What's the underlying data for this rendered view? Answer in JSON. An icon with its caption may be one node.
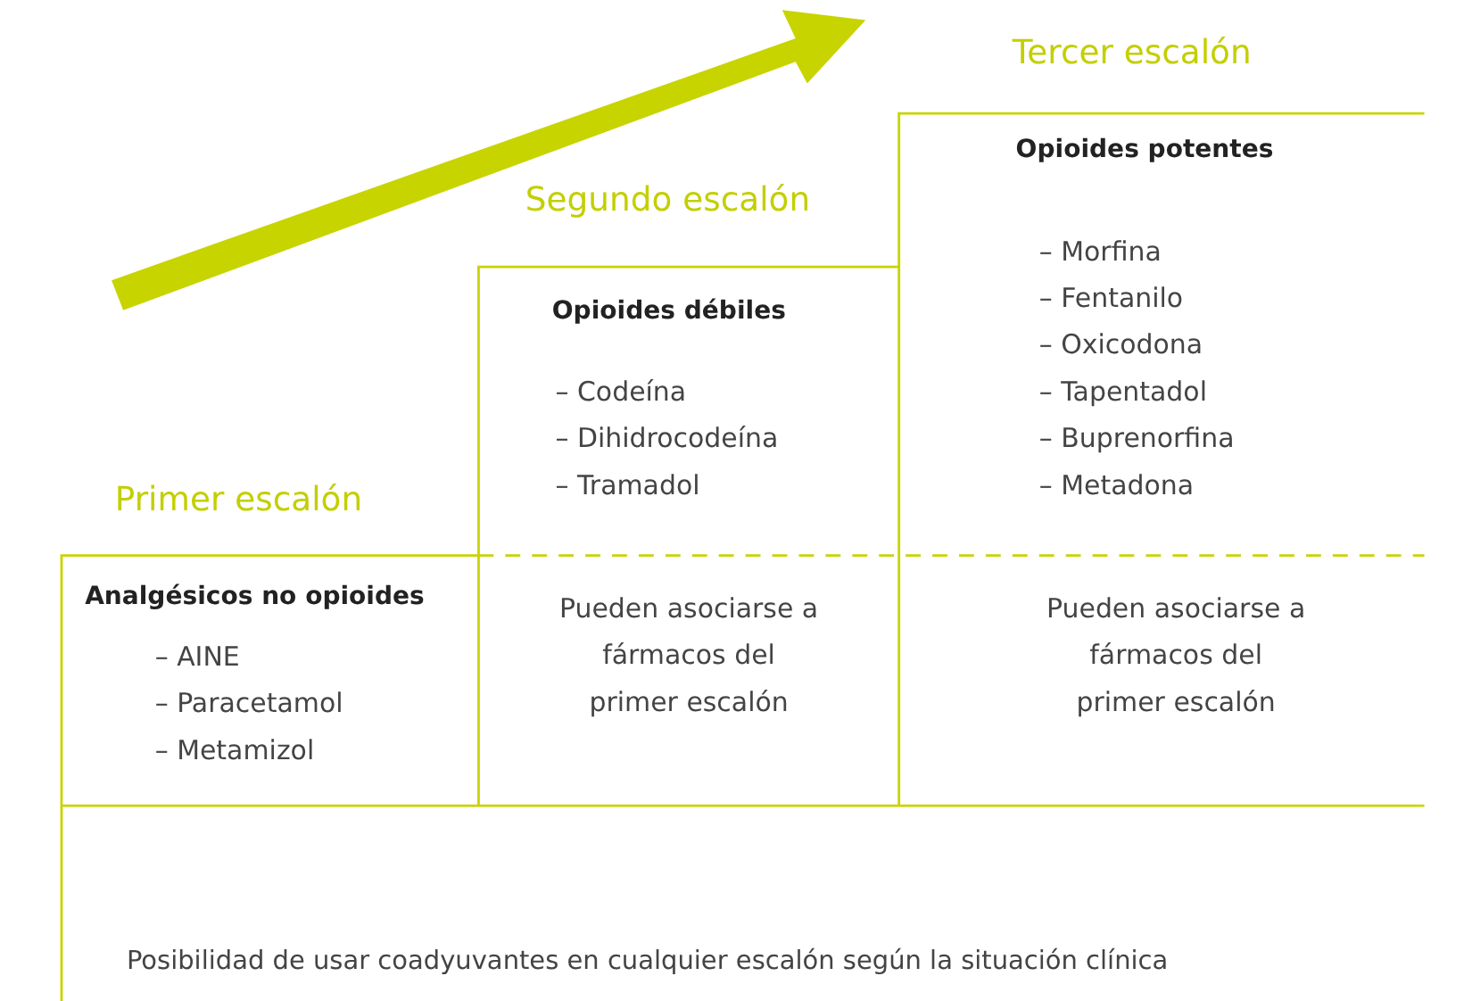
{
  "diagram": {
    "nodes": [
      {
        "text": [
          "Primer escalón",
          "Analgésicos no opioides",
          "– AINE",
          "– Paracetamol",
          "– Metamizol"
        ]
      },
      {
        "text": [
          "Segundo escalón",
          "Opioides débiles",
          "– Codeína",
          "– Dihidrocodeína",
          "– Tramadol",
          "Pueden asociarse a fármacos del primer escalón"
        ]
      },
      {
        "text": [
          "Tercer escalón",
          "Opioides potentes",
          "– Morfina",
          "– Fentanilo",
          "– Oxicodona",
          "– Tapentadol",
          "– Buprenorfina",
          "– Metadona",
          "Pueden asociarse a fármacos del primer escalón"
        ]
      },
      {
        "text": [
          "Posibilidad de usar coadyuvantes en cualquier escalón según la situación clínica"
        ]
      }
    ],
    "edges": []
  }
}
